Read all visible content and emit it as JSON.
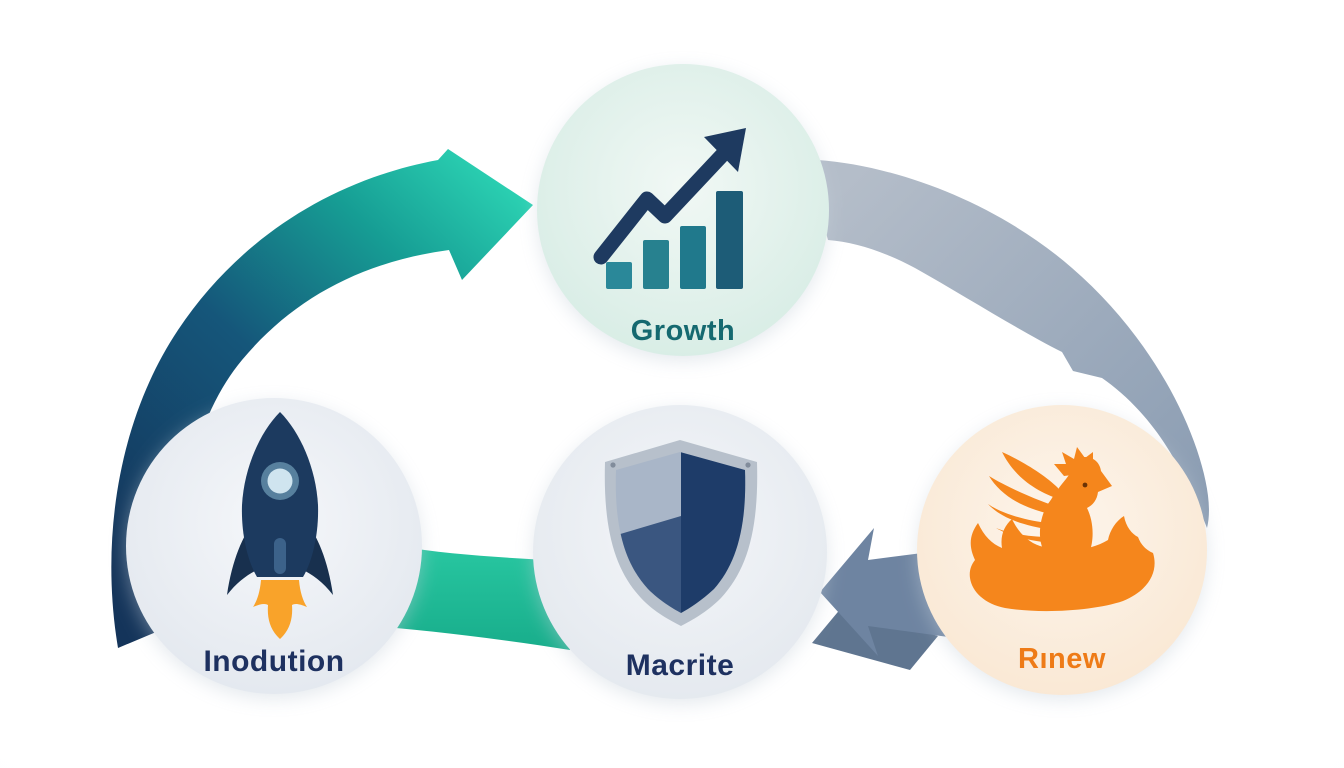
{
  "diagram": {
    "type": "cycle-lifecycle-infographic",
    "nodes": [
      {
        "id": "introduction",
        "label": "Inodution",
        "icon": "rocket-icon",
        "circle_fill": "#edf0f5",
        "label_color": "#1e3160",
        "icon_colors": {
          "body": "#1c3a5f",
          "window_ring": "#57809e",
          "window_glass": "#cfe4ef",
          "stripe": "#3c628a",
          "flame": "#f9a32a"
        }
      },
      {
        "id": "growth",
        "label": "Growth",
        "icon": "growth-chart-icon",
        "circle_fill": "#e4f2ed",
        "label_color": "#156970",
        "icon_colors": {
          "arrow": "#1e3a60",
          "bar1": "#2a8899",
          "bar2": "#27818f",
          "bar3": "#20798c",
          "bar4": "#1d5c77"
        }
      },
      {
        "id": "maturity",
        "label": "Macrite",
        "icon": "shield-icon",
        "circle_fill": "#eaedf2",
        "label_color": "#1e3160",
        "icon_colors": {
          "border": "#b7c0cb",
          "panel_light": "#a9b6c8",
          "panel_medium": "#3a5680",
          "panel_dark": "#1e3c69"
        }
      },
      {
        "id": "renew",
        "label": "Rınew",
        "icon": "phoenix-icon",
        "circle_fill": "#fbeede",
        "label_color": "#ee7b17",
        "icon_colors": {
          "bird": "#f5861c",
          "eye": "#6b3305"
        }
      }
    ],
    "connectors": [
      {
        "id": "intro-to-growth",
        "style": "curved-arc-arrow",
        "direction": "up-right",
        "color_start": "#14345a",
        "color_end": "#2dd6b5"
      },
      {
        "id": "growth-to-renew",
        "style": "curved-swoosh",
        "direction": "down-right",
        "color_start": "#b4bdc9",
        "color_end": "#8a9cb2"
      },
      {
        "id": "intro-to-maturity",
        "style": "ribbon-band",
        "direction": "right",
        "color_start": "#28c7a1",
        "color_end": "#18ad8b"
      },
      {
        "id": "renew-to-maturity",
        "style": "chunky-arrow",
        "direction": "left",
        "color_start": "#6e84a1",
        "color_end": "#5f7590"
      }
    ]
  },
  "colors": {
    "background": "#ffffff",
    "navy": "#1c3a5f",
    "teal": "#2dd6b5",
    "emerald": "#1fbb97",
    "slate_gray": "#a3aebf",
    "steel_blue": "#6e84a1",
    "orange": "#f5861c"
  }
}
